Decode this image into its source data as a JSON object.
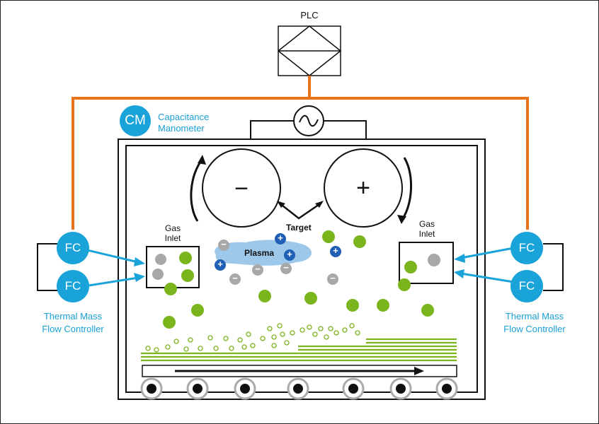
{
  "plc": {
    "label": "PLC"
  },
  "manometer": {
    "abbr": "CM",
    "name_line1": "Capacitance",
    "name_line2": "Manometer"
  },
  "power_source": {
    "symbol": "~"
  },
  "electrodes": {
    "negative": "−",
    "positive": "+"
  },
  "labels": {
    "target": "Target",
    "plasma": "Plasma",
    "gas_inlet_left_line1": "Gas",
    "gas_inlet_left_line2": "Inlet",
    "gas_inlet_right_line1": "Gas",
    "gas_inlet_right_line2": "Inlet"
  },
  "flow_controllers": {
    "abbr": "FC",
    "left_line1": "Thermal Mass",
    "left_line2": "Flow Controller",
    "right_line1": "Thermal Mass",
    "right_line2": "Flow Controller"
  },
  "ions": {
    "positive": "+",
    "negative": "−"
  },
  "colors": {
    "signal_wire": "#e8731a",
    "controller_blue": "#1aa3d9",
    "label_blue": "#1a9fd6",
    "plasma": "#9ec8ea",
    "positive_ion": "#1f5fb5",
    "negative_ion": "#a8a8a8",
    "deposit_green": "#7ab51d",
    "frame": "#111111"
  },
  "icons": {
    "plc": "plc-box-icon",
    "power": "ac-source-icon",
    "rollers": "roller-icon",
    "conveyor": "conveyor-arrow-icon"
  }
}
